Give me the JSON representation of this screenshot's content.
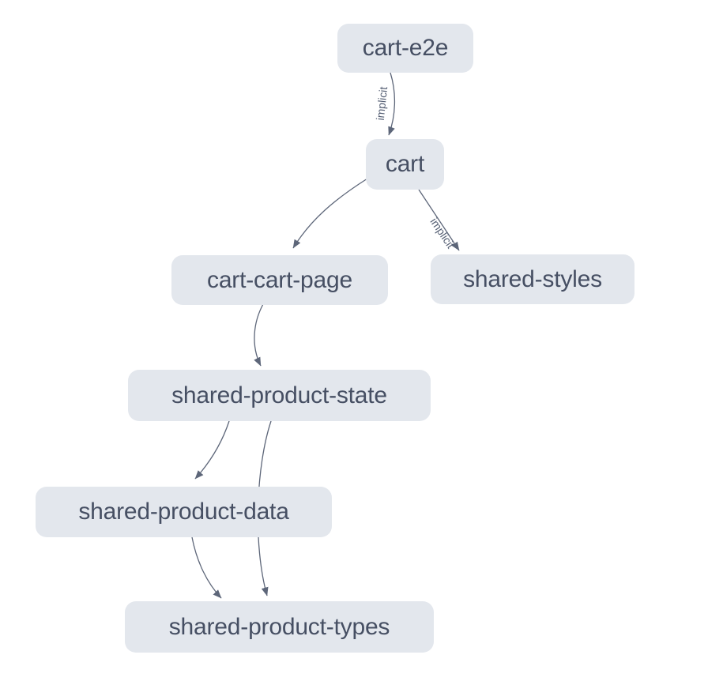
{
  "graph": {
    "type": "dependency-graph",
    "background_color": "#ffffff",
    "node_fill_color": "#e3e7ed",
    "node_text_color": "#464f63",
    "edge_color": "#5d6679",
    "nodes": [
      {
        "id": "cart-e2e",
        "label": "cart-e2e"
      },
      {
        "id": "cart",
        "label": "cart"
      },
      {
        "id": "cart-cart-page",
        "label": "cart-cart-page"
      },
      {
        "id": "shared-styles",
        "label": "shared-styles"
      },
      {
        "id": "shared-product-state",
        "label": "shared-product-state"
      },
      {
        "id": "shared-product-data",
        "label": "shared-product-data"
      },
      {
        "id": "shared-product-types",
        "label": "shared-product-types"
      }
    ],
    "edges": [
      {
        "from": "cart-e2e",
        "to": "cart",
        "label": "implicit"
      },
      {
        "from": "cart",
        "to": "cart-cart-page",
        "label": ""
      },
      {
        "from": "cart",
        "to": "shared-styles",
        "label": "implicit"
      },
      {
        "from": "cart-cart-page",
        "to": "shared-product-state",
        "label": ""
      },
      {
        "from": "shared-product-state",
        "to": "shared-product-data",
        "label": ""
      },
      {
        "from": "shared-product-state",
        "to": "shared-product-types",
        "label": ""
      },
      {
        "from": "shared-product-data",
        "to": "shared-product-types",
        "label": ""
      }
    ]
  }
}
